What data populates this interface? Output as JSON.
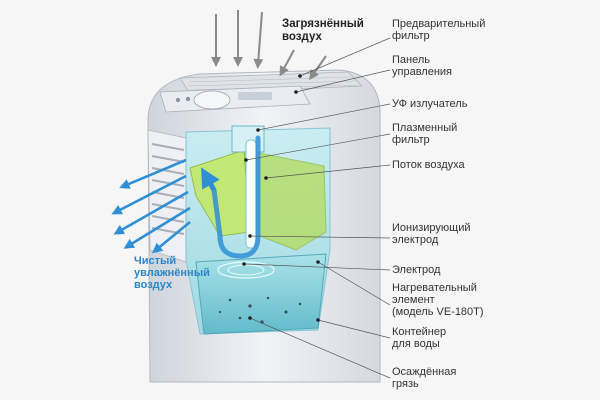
{
  "labels": {
    "dirty_air": "Загрязнённый\nвоздух",
    "clean_air": "Чистый\nувлажнённый\nвоздух"
  },
  "callouts": [
    {
      "id": "prefilter",
      "text": "Предварительный\nфильтр"
    },
    {
      "id": "control-panel",
      "text": "Панель\nуправления"
    },
    {
      "id": "uv-emitter",
      "text": "УФ излучатель"
    },
    {
      "id": "plasma-filter",
      "text": "Плазменный\nфильтр"
    },
    {
      "id": "airflow",
      "text": "Поток воздуха"
    },
    {
      "id": "ionizing-electrode",
      "text": "Ионизирующий\nэлектрод"
    },
    {
      "id": "electrode",
      "text": "Электрод"
    },
    {
      "id": "heating-element",
      "text": "Нагревательный\nэлемент\n(модель VE-180T)"
    },
    {
      "id": "water-container",
      "text": "Контейнер\nдля воды"
    },
    {
      "id": "sediment",
      "text": "Осаждённая\nгрязь"
    }
  ],
  "colors": {
    "dirty_arrow": "#8a8a8a",
    "clean_arrow": "#2f8fd6",
    "water": "#8fd6df",
    "green_filter": "#c3e86a",
    "body": "#e4e7ec"
  }
}
